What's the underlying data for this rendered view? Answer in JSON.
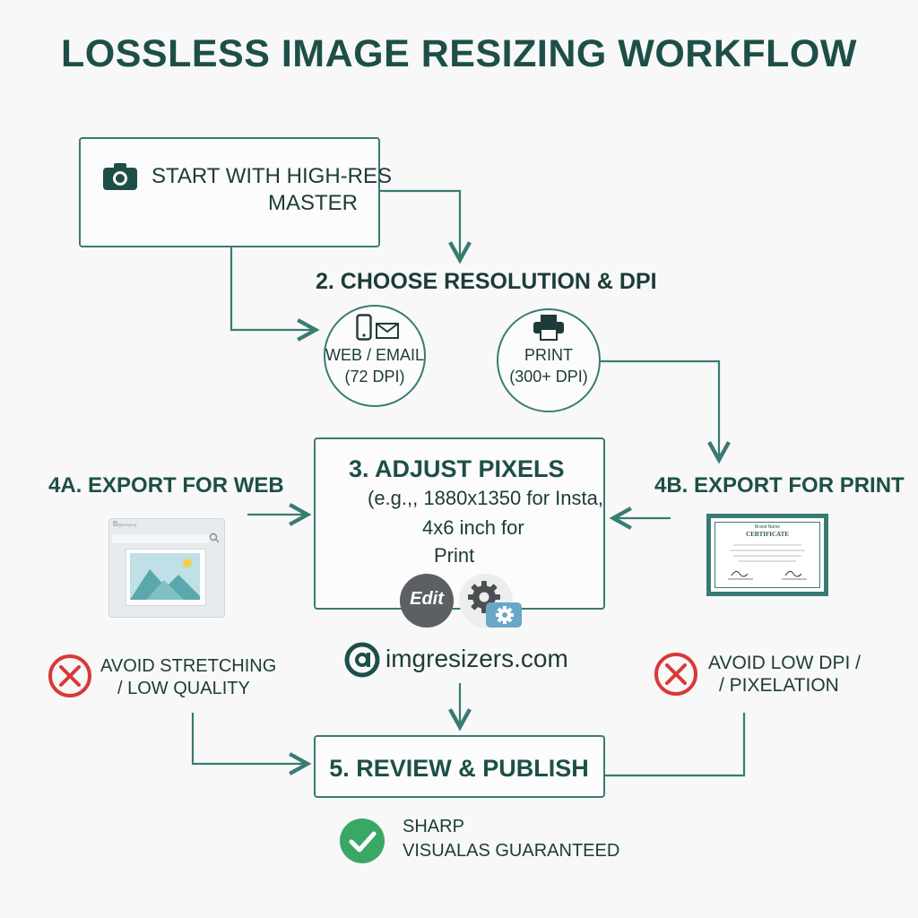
{
  "title": "LOSSLESS IMAGE RESIZING WORKFLOW",
  "step1": {
    "line1": "START WITH HIGH-RES",
    "line2": "MASTER"
  },
  "step2": {
    "heading": "2. CHOOSE RESOLUTION & DPI",
    "web": {
      "line1": "WEB / EMAIL",
      "line2": "(72 DPI)"
    },
    "print": {
      "line1": "PRINT",
      "line2": "(300+ DPI)"
    }
  },
  "step3": {
    "heading": "3. ADJUST PIXELS",
    "line1": "(e.g.,, 1880x1350 for Insta,",
    "line2": "4x6 inch for",
    "line3": "Print",
    "edit_label": "Edit"
  },
  "step4a": {
    "heading": "4A. EXPORT FOR WEB",
    "browser_text": "Bₑₑₙₙₑₛₑ"
  },
  "step4b": {
    "heading": "4B. EXPORT FOR PRINT",
    "cert_title": "CERTIFICATE",
    "cert_top": "Brand Name"
  },
  "warn_web": {
    "line1": "AVOID STRETCHING",
    "line2": "/ LOW QUALITY"
  },
  "warn_print": {
    "line1": "AVOID LOW DPI /",
    "line2": "/ PIXELATION"
  },
  "brand": "imgresizers.com",
  "step5": {
    "heading": "5. REVIEW & PUBLISH"
  },
  "result": {
    "line1": "SHARP",
    "line2": "VISUALAS GUARANTEED"
  },
  "colors": {
    "teal": "#3a7a75",
    "dark": "#1d4f48",
    "red": "#d9383a",
    "green": "#3aa865"
  }
}
